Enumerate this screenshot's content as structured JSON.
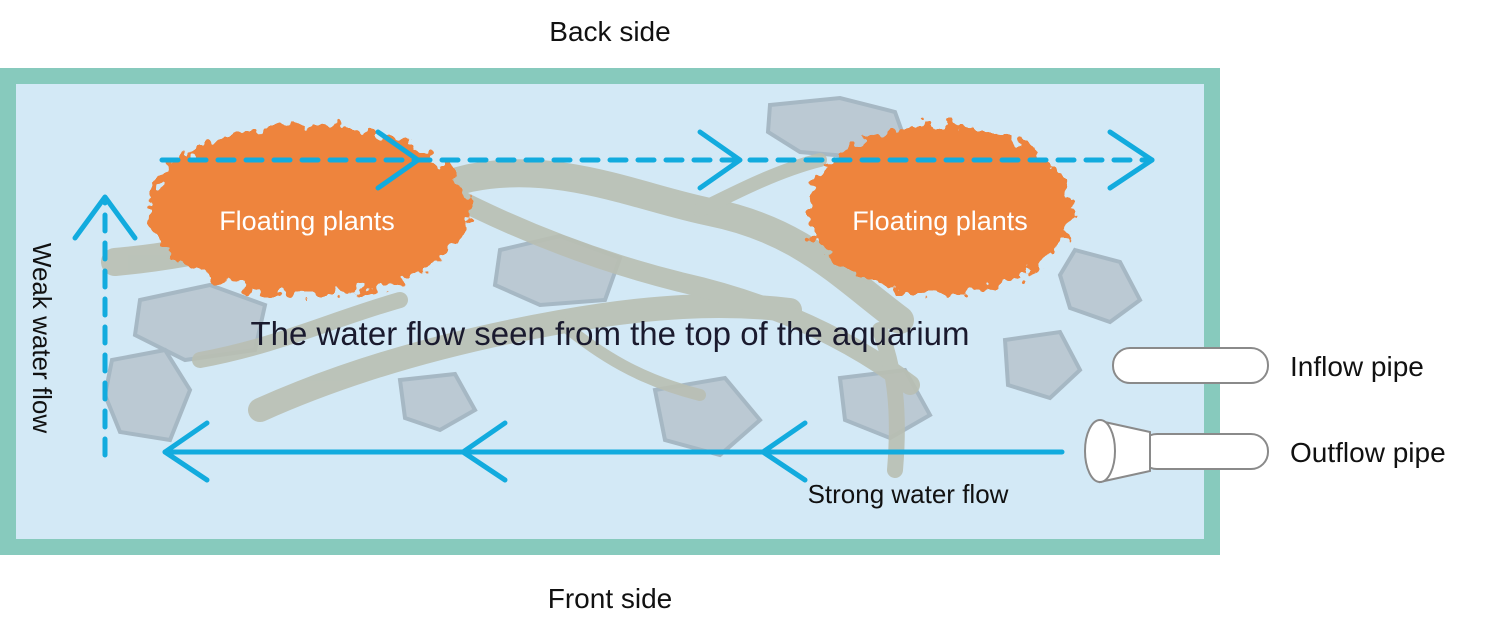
{
  "labels": {
    "back_side": "Back side",
    "front_side": "Front side",
    "title": "The water flow seen from the top of the aquarium",
    "plant_left": "Floating plants",
    "plant_right": "Floating plants",
    "weak_flow": "Weak water flow",
    "strong_flow": "Strong water flow",
    "inflow_pipe": "Inflow pipe",
    "outflow_pipe": "Outflow pipe"
  },
  "colors": {
    "tank_frame": "#87cabd",
    "water": "#d3e9f6",
    "plants": "#ee843c",
    "flow_arrows": "#12abde",
    "rocks": "#b7c4cd",
    "wood": "#b9bfb3",
    "pipe": "#ffffff"
  }
}
